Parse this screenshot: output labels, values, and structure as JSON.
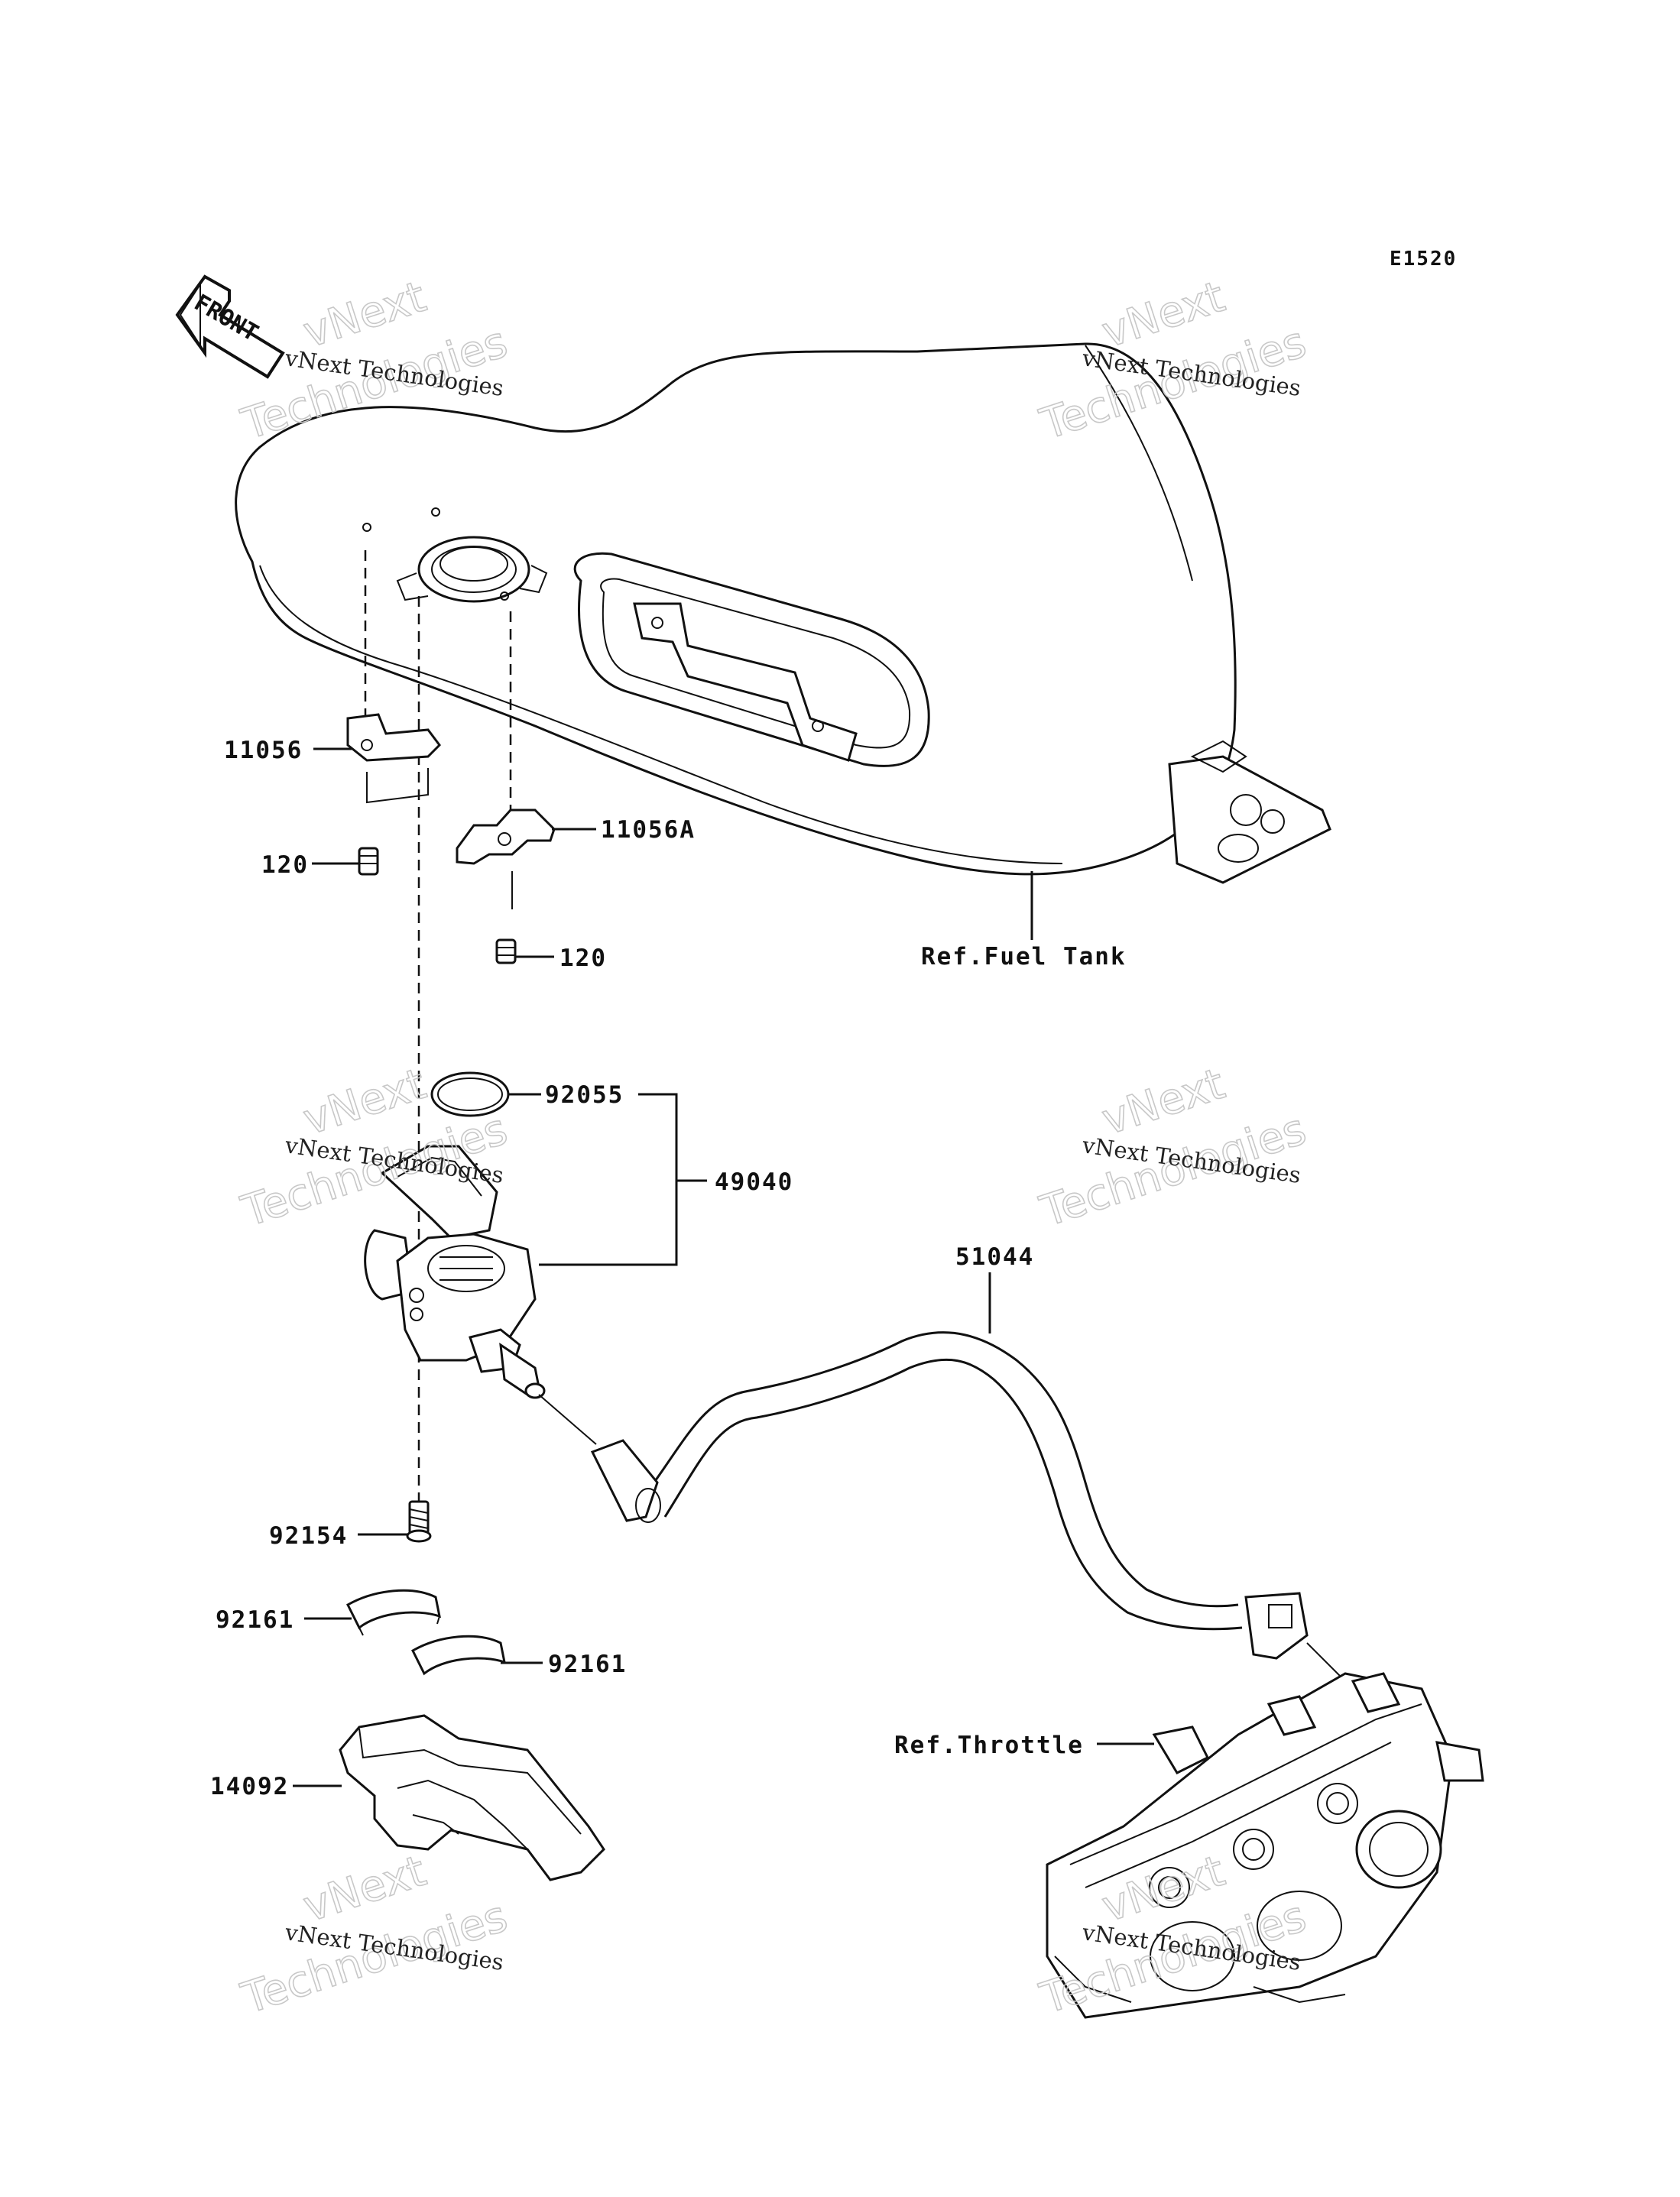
{
  "diagram_code": "E1520",
  "front_marker": "FRONT",
  "watermark": {
    "line1": "vNext Technologies",
    "line2": "vNext",
    "line3": "Technologies"
  },
  "labels": {
    "p11056": "11056",
    "p11056a": "11056A",
    "p120_left": "120",
    "p120_right": "120",
    "ref_fuel_tank": "Ref.Fuel Tank",
    "p92055": "92055",
    "p49040": "49040",
    "p51044": "51044",
    "p92154": "92154",
    "p92161_a": "92161",
    "p92161_b": "92161",
    "p14092": "14092",
    "ref_throttle": "Ref.Throttle"
  }
}
